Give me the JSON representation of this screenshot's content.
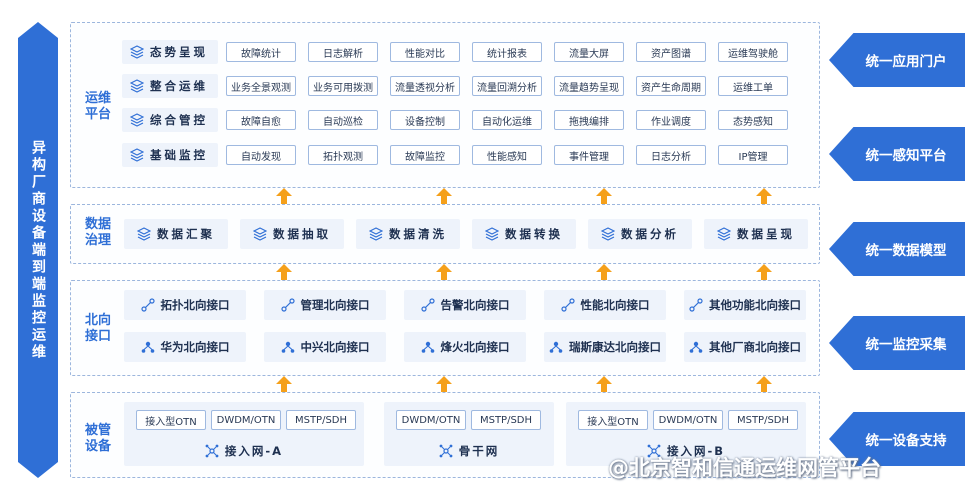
{
  "left_banner": "异构厂商设备端到端监控运维",
  "sections": {
    "ops": {
      "title": "运维平台"
    },
    "gov": {
      "title": "数据治理"
    },
    "nb": {
      "title": "北向接口"
    },
    "dev": {
      "title": "被管设备"
    }
  },
  "ops_rows": [
    {
      "label": "态势呈现",
      "items": [
        "故障统计",
        "日志解析",
        "性能对比",
        "统计报表",
        "流量大屏",
        "资产图谱",
        "运维驾驶舱"
      ]
    },
    {
      "label": "整合运维",
      "items": [
        "业务全景观测",
        "业务可用拨测",
        "流量透视分析",
        "流量回溯分析",
        "流量趋势呈现",
        "资产生命周期",
        "运维工单"
      ]
    },
    {
      "label": "综合管控",
      "items": [
        "故障自愈",
        "自动巡检",
        "设备控制",
        "自动化运维",
        "拖拽编排",
        "作业调度",
        "态势感知"
      ]
    },
    {
      "label": "基础监控",
      "items": [
        "自动发现",
        "拓扑观测",
        "故障监控",
        "性能感知",
        "事件管理",
        "日志分析",
        "IP管理"
      ]
    }
  ],
  "gov_items": [
    "数据汇聚",
    "数据抽取",
    "数据清洗",
    "数据转换",
    "数据分析",
    "数据呈现"
  ],
  "nb_row1": [
    "拓扑北向接口",
    "管理北向接口",
    "告警北向接口",
    "性能北向接口",
    "其他功能北向接口"
  ],
  "nb_row2": [
    "华为北向接口",
    "中兴北向接口",
    "烽火北向接口",
    "瑞斯康达北向接口",
    "其他厂商北向接口"
  ],
  "dev_groups": [
    {
      "title": "接入网-A",
      "chips": [
        "接入型OTN",
        "DWDM/OTN",
        "MSTP/SDH"
      ]
    },
    {
      "title": "骨干网",
      "chips": [
        "DWDM/OTN",
        "MSTP/SDH"
      ]
    },
    {
      "title": "接入网-B",
      "chips": [
        "接入型OTN",
        "DWDM/OTN",
        "MSTP/SDH"
      ]
    }
  ],
  "right_banners": [
    "统一应用门户",
    "统一感知平台",
    "统一数据模型",
    "统一监控采集",
    "统一设备支持"
  ],
  "watermark": "@北京智和信通运维网管平台",
  "colors": {
    "primary": "#2f6fd6",
    "arrow": "#f5a01a",
    "card_bg": "#eef3fb",
    "border": "#9cb6dd"
  }
}
